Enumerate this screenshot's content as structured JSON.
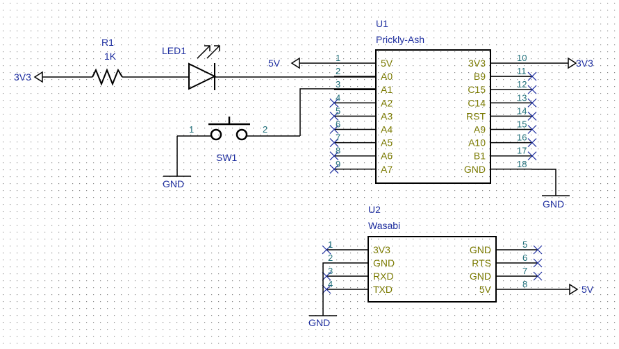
{
  "power": {
    "r1_net": "3V3",
    "u1_5v_net": "5V",
    "u1_3v3_net": "3V3",
    "u2_5v_net": "5V",
    "sw_gnd": "GND",
    "u1_gnd": "GND",
    "u2_gnd": "GND"
  },
  "r1": {
    "ref": "R1",
    "value": "1K"
  },
  "led1": {
    "ref": "LED1"
  },
  "sw1": {
    "ref": "SW1",
    "pin1": "1",
    "pin2": "2"
  },
  "u1": {
    "ref": "U1",
    "value": "Prickly-Ash",
    "left_pins": [
      {
        "num": "1",
        "name": "5V"
      },
      {
        "num": "2",
        "name": "A0"
      },
      {
        "num": "3",
        "name": "A1"
      },
      {
        "num": "4",
        "name": "A2"
      },
      {
        "num": "5",
        "name": "A3"
      },
      {
        "num": "6",
        "name": "A4"
      },
      {
        "num": "7",
        "name": "A5"
      },
      {
        "num": "8",
        "name": "A6"
      },
      {
        "num": "9",
        "name": "A7"
      }
    ],
    "right_pins": [
      {
        "num": "10",
        "name": "3V3"
      },
      {
        "num": "11",
        "name": "B9"
      },
      {
        "num": "12",
        "name": "C15"
      },
      {
        "num": "13",
        "name": "C14"
      },
      {
        "num": "14",
        "name": "RST"
      },
      {
        "num": "15",
        "name": "A9"
      },
      {
        "num": "16",
        "name": "A10"
      },
      {
        "num": "17",
        "name": "B1"
      },
      {
        "num": "18",
        "name": "GND"
      }
    ]
  },
  "u2": {
    "ref": "U2",
    "value": "Wasabi",
    "left_pins": [
      {
        "num": "1",
        "name": "3V3"
      },
      {
        "num": "2",
        "name": "GND"
      },
      {
        "num": "3",
        "name": "RXD"
      },
      {
        "num": "4",
        "name": "TXD"
      }
    ],
    "right_pins": [
      {
        "num": "5",
        "name": "GND"
      },
      {
        "num": "6",
        "name": "RTS"
      },
      {
        "num": "7",
        "name": "GND"
      },
      {
        "num": "8",
        "name": "5V"
      }
    ]
  },
  "colors": {
    "background": "#ffffff",
    "grid_dot": "#8a8a8a",
    "wire": "#000000",
    "ref_text": "#1f2fa0",
    "pin_number": "#1f6f7a",
    "pin_name": "#7a7a00"
  }
}
